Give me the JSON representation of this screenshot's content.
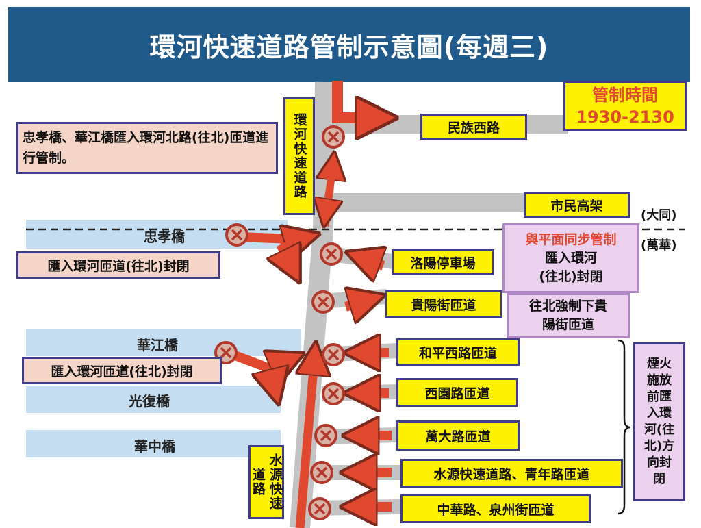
{
  "title": "環河快速道路管制示意圖(每週三)",
  "time_box": {
    "label": "管制時間",
    "time": "1930-2130"
  },
  "note": "忠孝橋、華江橋匯入環河北路(往北)匝道進行管制。",
  "huanhe_label": "環河快速道路",
  "shuiyuan_label": "水源快速道路",
  "roads": {
    "minzu": "民族西路",
    "shimin": "市民高架",
    "luoyang": "洛陽停車場",
    "guiyang": "貴陽街匝道",
    "heping": "和平西路匝道",
    "xiyuan": "西園路匝道",
    "wanda": "萬大路匝道",
    "shuiyuan_qingnian": "水源快速道路、青年路匝道",
    "zhonghua": "中華路、泉州街匝道"
  },
  "bridges": {
    "zhongxiao": "忠孝橋",
    "huajiang": "華江橋",
    "guangfu": "光復橋",
    "huazhong": "華中橋"
  },
  "closures": {
    "zhongxiao": "匯入環河匝道(往北)封閉",
    "huajiang": "匯入環河匝道(往北)封閉"
  },
  "district": {
    "north": "(大同)",
    "south": "(萬華)"
  },
  "sync": {
    "title": "與平面同步管制",
    "line1": "匯入環河",
    "line2": "(往北)封閉"
  },
  "guiyang_note": {
    "line1": "往北強制下貴",
    "line2": "陽街匝道"
  },
  "fireworks_note": "煙火施放前匯入環河(往北)方向封閉",
  "colors": {
    "banner": "#1f5a8a",
    "arrow": "#e0492f",
    "road": "#c3c3c3",
    "yellow": "#fff200",
    "closure": "#b3372a"
  }
}
